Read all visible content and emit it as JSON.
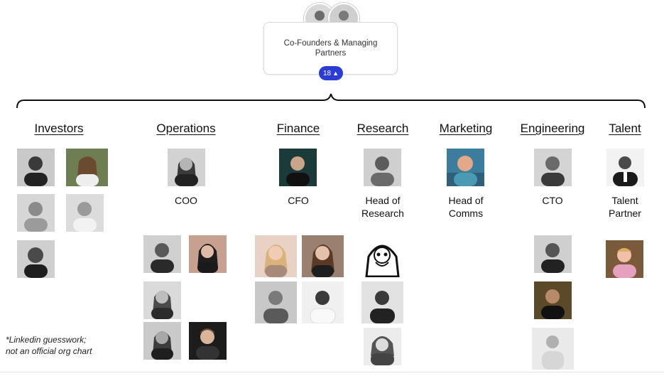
{
  "header": {
    "title": "Co-Founders & Managing Partners",
    "count": "18",
    "chevron": "chevron-up-icon"
  },
  "departments": {
    "investors": "Investors",
    "operations": "Operations",
    "finance": "Finance",
    "research": "Research",
    "marketing": "Marketing",
    "engineering": "Engineering",
    "talent": "Talent"
  },
  "roles": {
    "coo": "COO",
    "cfo": "CFO",
    "head_research_1": "Head of",
    "head_research_2": "Research",
    "head_comms_1": "Head of",
    "head_comms_2": "Comms",
    "cto": "CTO",
    "talent_partner_1": "Talent",
    "talent_partner_2": "Partner"
  },
  "footnote": {
    "line1": "*Linkedin guesswork;",
    "line2": "not an official org chart"
  },
  "colors": {
    "accent": "#2a3bd6"
  }
}
